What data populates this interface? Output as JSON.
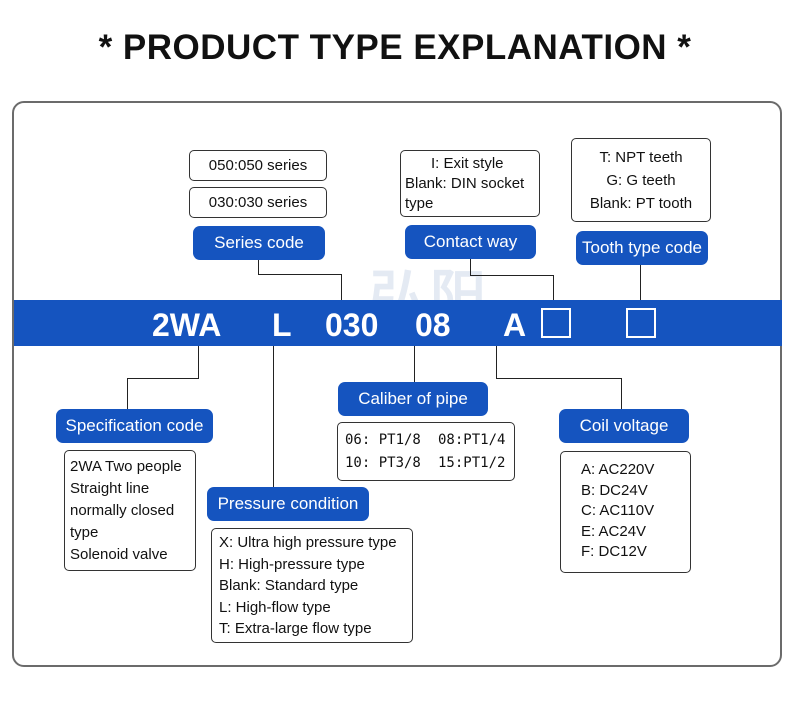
{
  "title": "* PRODUCT TYPE EXPLANATION *",
  "codes": {
    "series": "2WA",
    "pressure": "L",
    "series_code": "030",
    "caliber": "08",
    "contact": "A"
  },
  "series_code": {
    "label": "Series code",
    "options": [
      "050:050 series",
      "030:030 series"
    ]
  },
  "contact_way": {
    "label": "Contact way",
    "lines": [
      "I: Exit style",
      "Blank: DIN socket",
      " type"
    ]
  },
  "tooth_type": {
    "label": "Tooth type code",
    "lines": [
      "T: NPT teeth",
      "G: G teeth",
      "Blank: PT tooth"
    ]
  },
  "specification": {
    "label": "Specification code",
    "lines": [
      "2WA Two people",
      "Straight line",
      "normally closed",
      "type",
      "Solenoid valve"
    ]
  },
  "pressure_condition": {
    "label": "Pressure condition",
    "lines": [
      "X: Ultra high pressure type",
      "H: High-pressure type",
      "Blank: Standard type",
      " L: High-flow type",
      " T: Extra-large flow type"
    ]
  },
  "caliber_of_pipe": {
    "label": "Caliber of pipe",
    "rows": [
      [
        "06: PT1/8",
        "08:PT1/4"
      ],
      [
        "10: PT3/8",
        "15:PT1/2"
      ]
    ]
  },
  "coil_voltage": {
    "label": "Coil voltage",
    "lines": [
      "A: AC220V",
      "B: DC24V",
      "C: AC110V",
      "E: AC24V",
      "F: DC12V"
    ]
  },
  "watermark": "弘阳",
  "colors": {
    "accent": "#1554bf",
    "border": "#6b6b6b"
  }
}
